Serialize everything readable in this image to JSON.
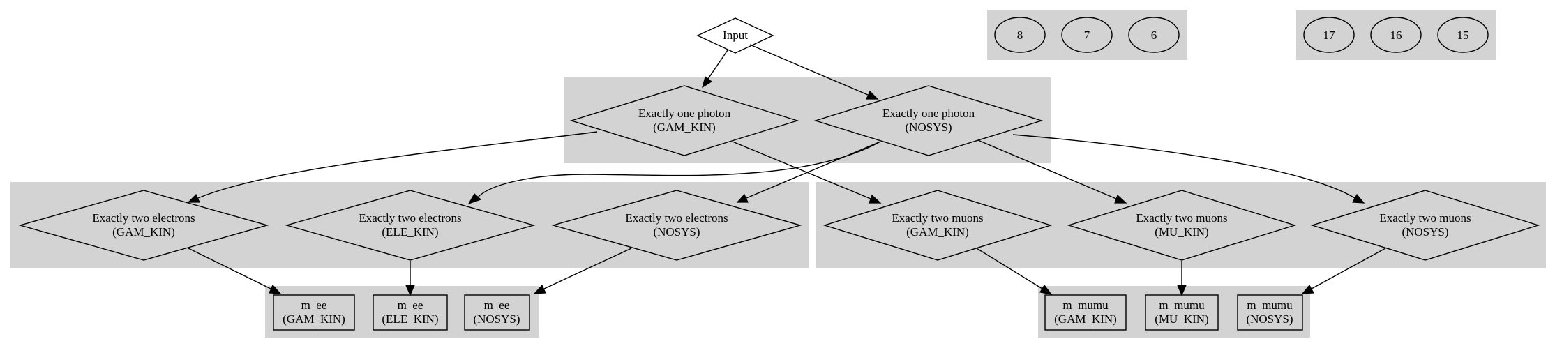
{
  "nodes": {
    "input": {
      "label": "Input"
    },
    "photon_gam": {
      "line1": "Exactly one photon",
      "line2": "(GAM_KIN)"
    },
    "photon_nosys": {
      "line1": "Exactly one photon",
      "line2": "(NOSYS)"
    },
    "ele_gam": {
      "line1": "Exactly two electrons",
      "line2": "(GAM_KIN)"
    },
    "ele_ele": {
      "line1": "Exactly two electrons",
      "line2": "(ELE_KIN)"
    },
    "ele_nosys": {
      "line1": "Exactly two electrons",
      "line2": "(NOSYS)"
    },
    "mu_gam": {
      "line1": "Exactly two muons",
      "line2": "(GAM_KIN)"
    },
    "mu_mu": {
      "line1": "Exactly two muons",
      "line2": "(MU_KIN)"
    },
    "mu_nosys": {
      "line1": "Exactly two muons",
      "line2": "(NOSYS)"
    },
    "mee_gam": {
      "line1": "m_ee",
      "line2": "(GAM_KIN)"
    },
    "mee_ele": {
      "line1": "m_ee",
      "line2": "(ELE_KIN)"
    },
    "mee_nosys": {
      "line1": "m_ee",
      "line2": "(NOSYS)"
    },
    "mmumu_gam": {
      "line1": "m_mumu",
      "line2": "(GAM_KIN)"
    },
    "mmumu_mu": {
      "line1": "m_mumu",
      "line2": "(MU_KIN)"
    },
    "mmumu_nosys": {
      "line1": "m_mumu",
      "line2": "(NOSYS)"
    },
    "e8": {
      "label": "8"
    },
    "e7": {
      "label": "7"
    },
    "e6": {
      "label": "6"
    },
    "e17": {
      "label": "17"
    },
    "e16": {
      "label": "16"
    },
    "e15": {
      "label": "15"
    }
  },
  "colors": {
    "cluster_fill": "#d3d3d3",
    "stroke": "#000000",
    "background": "#ffffff"
  }
}
